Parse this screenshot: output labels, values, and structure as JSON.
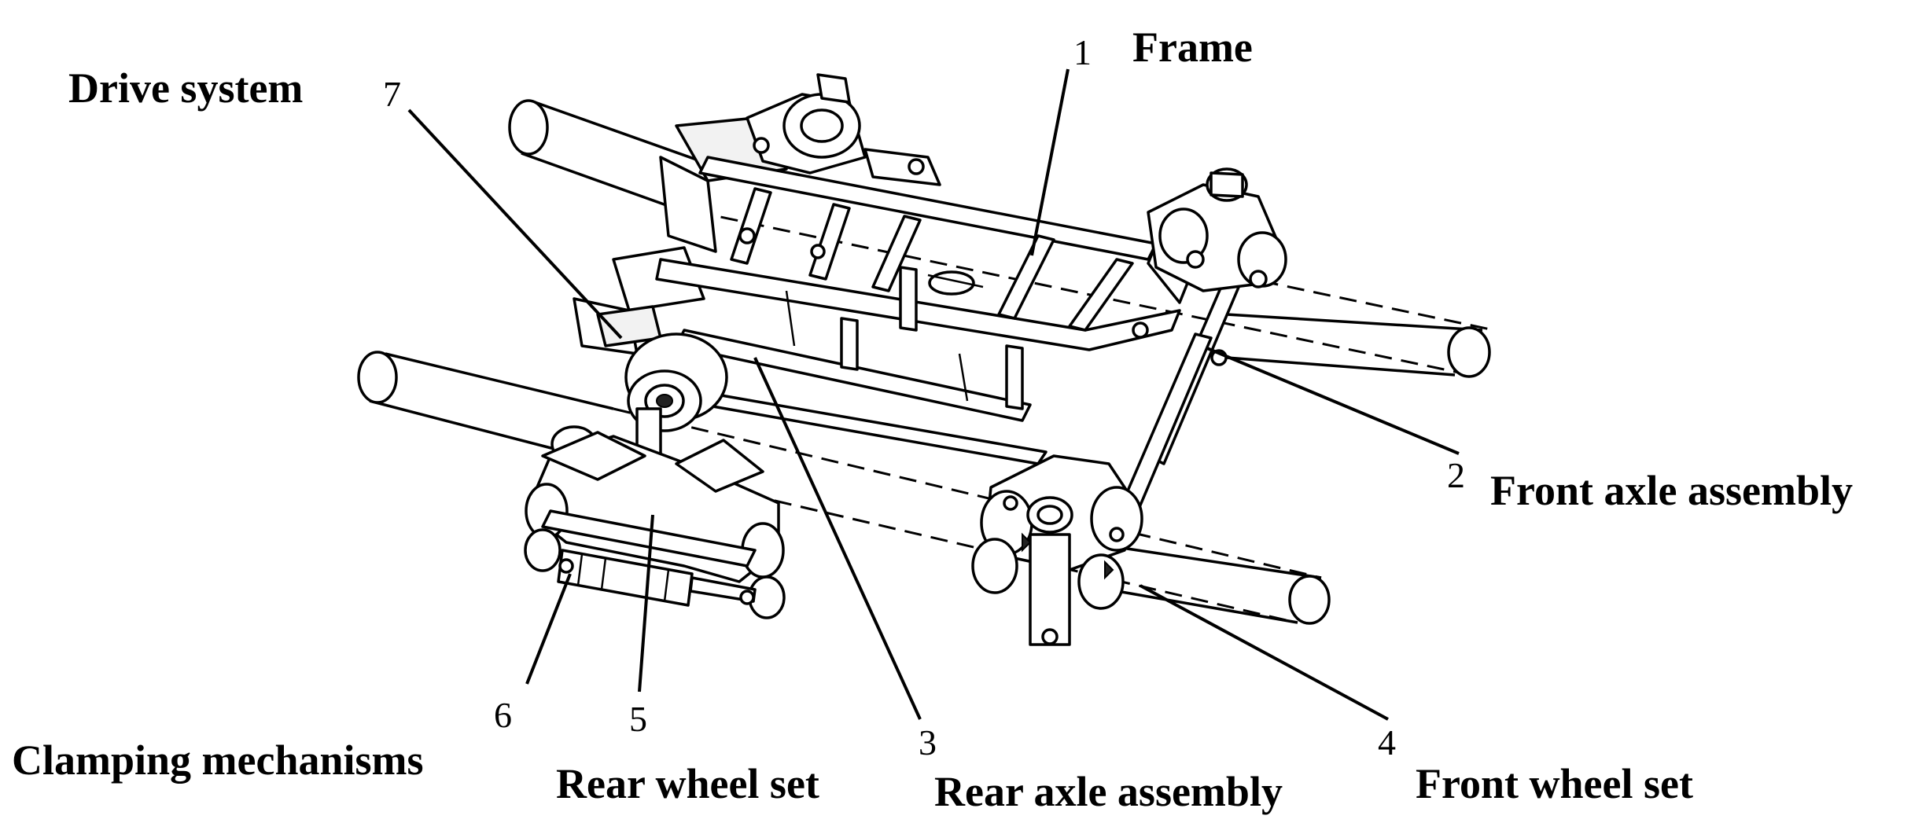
{
  "callouts": [
    {
      "number": "1",
      "label": "Frame"
    },
    {
      "number": "2",
      "label": "Front axle assembly"
    },
    {
      "number": "3",
      "label": "Rear axle assembly"
    },
    {
      "number": "4",
      "label": "Front wheel set"
    },
    {
      "number": "5",
      "label": "Rear wheel set"
    },
    {
      "number": "6",
      "label": "Clamping mechanisms"
    },
    {
      "number": "7",
      "label": "Drive system"
    }
  ]
}
